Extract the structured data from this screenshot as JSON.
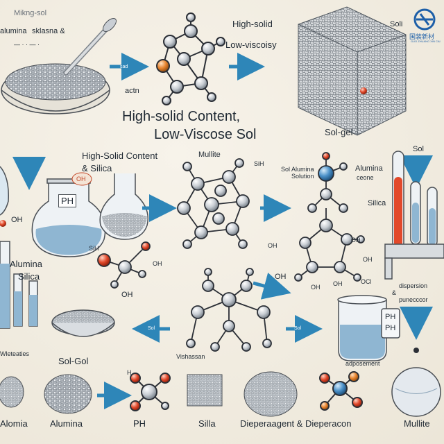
{
  "brand": {
    "logo_text": "国装新材",
    "logo_subtext": "GUO ZHUANG XIN CAI"
  },
  "colors": {
    "arrow": "#2e86b8",
    "atom": "#c9ced4",
    "atom_blue": "#4a90c8",
    "atom_red": "#e2492b",
    "atom_orange": "#e7842e",
    "liquid": "#8fb6d2",
    "stick": "#2b2f36"
  },
  "labels": {
    "mixing_top": "Mikng-sol",
    "mixing_sub1": "alumina",
    "mixing_sub2": "sklasna &",
    "mixing_sub3": "—  ·  ·  —  ·",
    "arrow_text_1": "sad",
    "section_under_bowl": "actn",
    "high_solid": "High-solid",
    "low_viscosity": "Low-viscoisy",
    "soli": "Soli",
    "central_title_1": "High-solid Content,",
    "central_title_2": "Low-Viscose Sol",
    "sol_gel_top": "Sol-gel",
    "sol_right": "Sol",
    "high_solid_content": "High-Solid Content",
    "and_silica": "& Silica",
    "mullite_mid": "Mullite",
    "ph_flask": "PH",
    "oh_bubble": "OH",
    "oh_left": "OH",
    "sih_mid": "SiH",
    "sol_alumina_label": "Sol Alumina",
    "solution_label": "Solution",
    "alumina_right": "Alumina",
    "alumina_right2": "ceone",
    "silica_right": "Silica",
    "alumina_left": "Alumina",
    "silica_left": "Silica",
    "sih_left": "SiH",
    "oh_mol_left": "OH",
    "oh_left2": "OH",
    "oh_center": "OH",
    "oh_center2": "OH",
    "oh_right_mol": "OH",
    "oh_right_mol2": "OH",
    "oh_h": "OH",
    "ocl": "OCl",
    "oh_right3": "OH",
    "dispersion_right": "dispersion",
    "dispersion_right2": "&",
    "dispersion_right3": "punecccor",
    "ph_beaker_1": "PH",
    "ph_beaker_2": "PH",
    "sol_arrow_left": "Sol",
    "sol_arrow_right": "Sol",
    "left_caption": "Wleteaties",
    "sol_gol": "Sol-Gol",
    "vishassan": "Vishassan",
    "adposement": "adposement",
    "hh_left": "H",
    "bottom_1": "Alomia",
    "bottom_2": "Alumina",
    "bottom_3": "PH",
    "bottom_4": "Silla",
    "bottom_5": "Dieperaagent & Dieperacon",
    "bottom_6": "Mullite"
  }
}
